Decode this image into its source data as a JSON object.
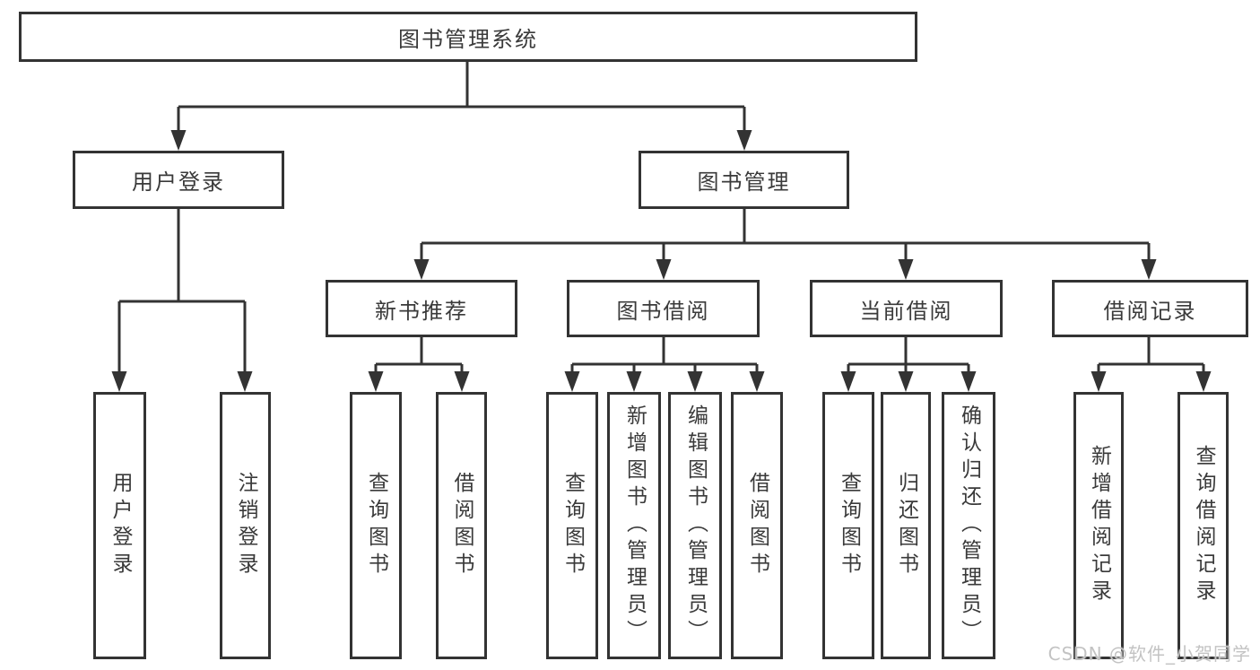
{
  "page": {
    "background": "#ffffff",
    "line_color": "#333333",
    "text_color": "#3a3a3a"
  },
  "diagram": {
    "root": {
      "label": "图书管理系统"
    },
    "branches": [
      {
        "label": "用户登录",
        "children": [
          {
            "label": "用户登录"
          },
          {
            "label": "注销登录"
          }
        ]
      },
      {
        "label": "图书管理",
        "children": [
          {
            "label": "新书推荐",
            "children": [
              {
                "label": "查询图书"
              },
              {
                "label": "借阅图书"
              }
            ]
          },
          {
            "label": "图书借阅",
            "children": [
              {
                "label": "查询图书"
              },
              {
                "label": "新增图书（管理员）"
              },
              {
                "label": "编辑图书（管理员）"
              },
              {
                "label": "借阅图书"
              }
            ]
          },
          {
            "label": "当前借阅",
            "children": [
              {
                "label": "查询图书"
              },
              {
                "label": "归还图书"
              },
              {
                "label": "确认归还（管理员）"
              }
            ]
          },
          {
            "label": "借阅记录",
            "children": [
              {
                "label": "新增借阅记录"
              },
              {
                "label": "查询借阅记录"
              }
            ]
          }
        ]
      }
    ]
  },
  "watermark": {
    "text": "CSDN @软件_小贺同学"
  }
}
